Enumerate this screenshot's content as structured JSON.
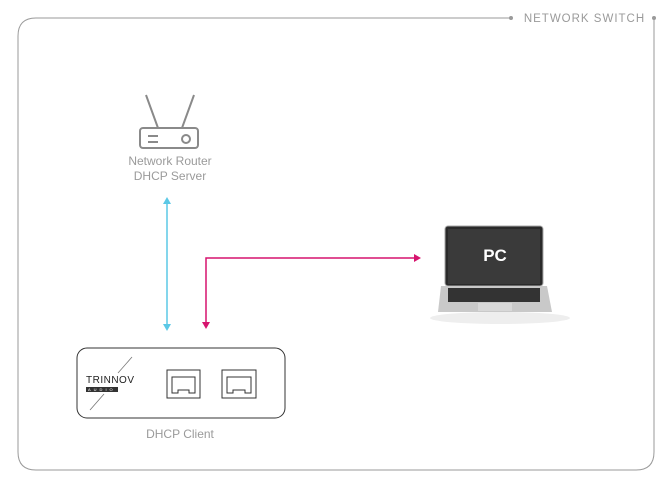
{
  "switch": {
    "label": "NETWORK SWITCH"
  },
  "router": {
    "line1": "Network Router",
    "line2": "DHCP Server"
  },
  "client": {
    "label": "DHCP Client",
    "logo_text": "TRINNOV",
    "logo_sub": "AUDIO"
  },
  "pc": {
    "label": "PC"
  },
  "colors": {
    "border": "#9a9a9a",
    "dhcp_link": "#5bc8e6",
    "pc_link": "#d6146e"
  }
}
